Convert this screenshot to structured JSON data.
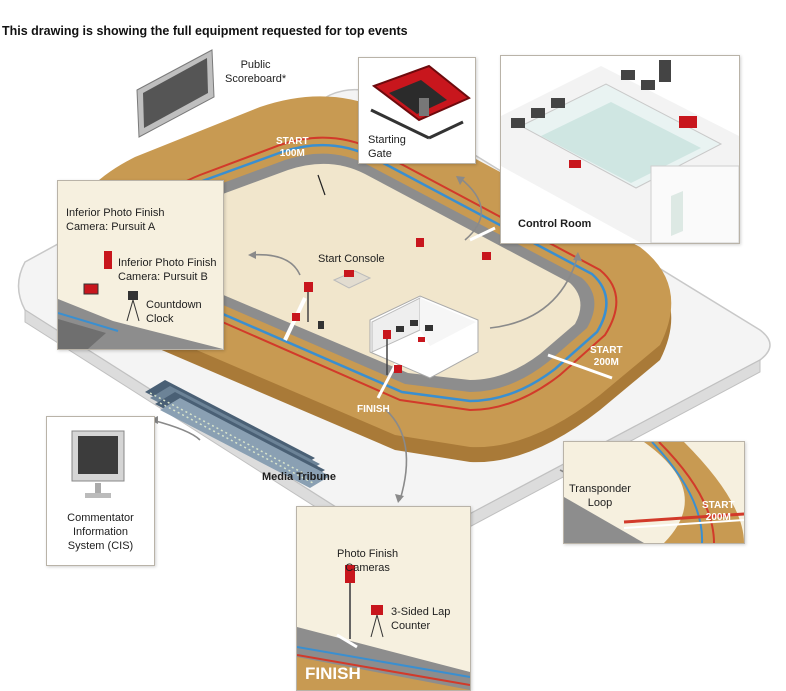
{
  "heading": "This drawing is showing the full equipment requested for top events",
  "labels": {
    "public_scoreboard": "Public\nScoreboard*",
    "starting_gate": "Starting\nGate",
    "control_room": "Control Room",
    "start_100m": "START\n100M",
    "start_console": "Start Console",
    "inferior_pf_a": "Inferior Photo Finish\nCamera: Pursuit A",
    "inferior_pf_b": "Inferior Photo Finish\nCamera: Pursuit B",
    "countdown_clock": "Countdown\nClock",
    "start_200m": "START\n200M",
    "finish": "FINISH",
    "media_tribune": "Media Tribune",
    "commentator": "Commentator\nInformation\nSystem (CIS)",
    "transponder_loop": "Transponder\nLoop",
    "transponder_start_200m": "START\n200M",
    "photo_finish_cameras": "Photo Finish\nCameras",
    "lap_counter": "3-Sided Lap\nCounter",
    "finish_panel": "FINISH"
  },
  "colors": {
    "track_tan": "#c89a52",
    "track_tan_dark": "#a97a38",
    "infield": "#f1e6cc",
    "apron_grey": "#8d8d8d",
    "lane_blue": "#3a8fd0",
    "lane_red": "#d23a2a",
    "equipment_red": "#c8161d",
    "panel_cream": "#f6f0df"
  }
}
